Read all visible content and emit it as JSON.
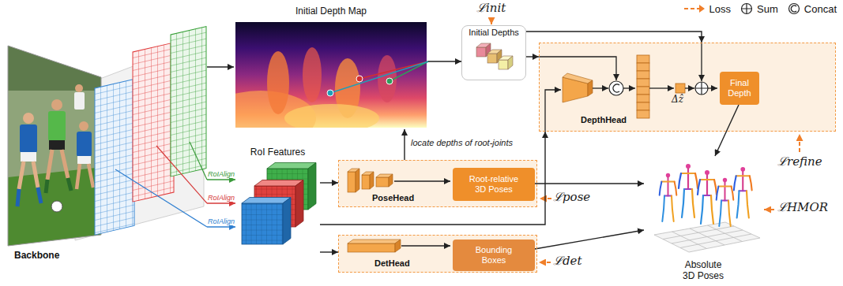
{
  "diagram": {
    "nodes": [
      {
        "text": [
          "Backbone"
        ]
      },
      {
        "text": [
          "Initial Depth Map"
        ]
      },
      {
        "text": [
          "Initial Depths"
        ]
      },
      {
        "text": [
          "DepthHead"
        ]
      },
      {
        "text": [
          "Final Depth"
        ],
        "in": 3
      },
      {
        "text": [
          "RoI Features"
        ]
      },
      {
        "text": [
          "PoseHead"
        ]
      },
      {
        "text": [
          "Root-relative 3D Poses"
        ],
        "in": 6
      },
      {
        "text": [
          "DetHead"
        ]
      },
      {
        "text": [
          "Bounding Boxes"
        ],
        "in": 8
      },
      {
        "text": [
          "Absolute 3D Poses"
        ]
      }
    ],
    "edges": [
      {
        "from": 0,
        "to": 1,
        "arrow": "to"
      },
      {
        "from": 0,
        "to": 5,
        "label": "RoIAlign",
        "arrow": "to"
      },
      {
        "from": 0,
        "to": 5,
        "label": "RoIAlign",
        "arrow": "to"
      },
      {
        "from": 0,
        "to": 5,
        "label": "RoIAlign",
        "arrow": "to"
      },
      {
        "from": 1,
        "to": 2,
        "arrow": "to"
      },
      {
        "from": 2,
        "to": 3,
        "arrow": "to"
      },
      {
        "from": 2,
        "to": 3,
        "arrow": "to"
      },
      {
        "from": 5,
        "to": 6,
        "arrow": "to"
      },
      {
        "from": 5,
        "to": 3,
        "arrow": "to"
      },
      {
        "from": 6,
        "to": 1,
        "label": "locate depths of root-joints",
        "arrow": "to"
      },
      {
        "from": 5,
        "to": 8,
        "arrow": "to"
      },
      {
        "from": 7,
        "to": 10,
        "arrow": "to"
      },
      {
        "from": 9,
        "to": 10,
        "arrow": "to"
      },
      {
        "from": 4,
        "to": 10,
        "arrow": "to"
      }
    ],
    "labels": [
      "ℒinit",
      "Δẑ",
      "ℒpose",
      "ℒdet",
      "ℒrefine",
      "ℒHMOR"
    ],
    "legend": [
      {
        "text": "Loss"
      },
      {
        "text": "Sum"
      },
      {
        "text": "Concat"
      }
    ]
  }
}
